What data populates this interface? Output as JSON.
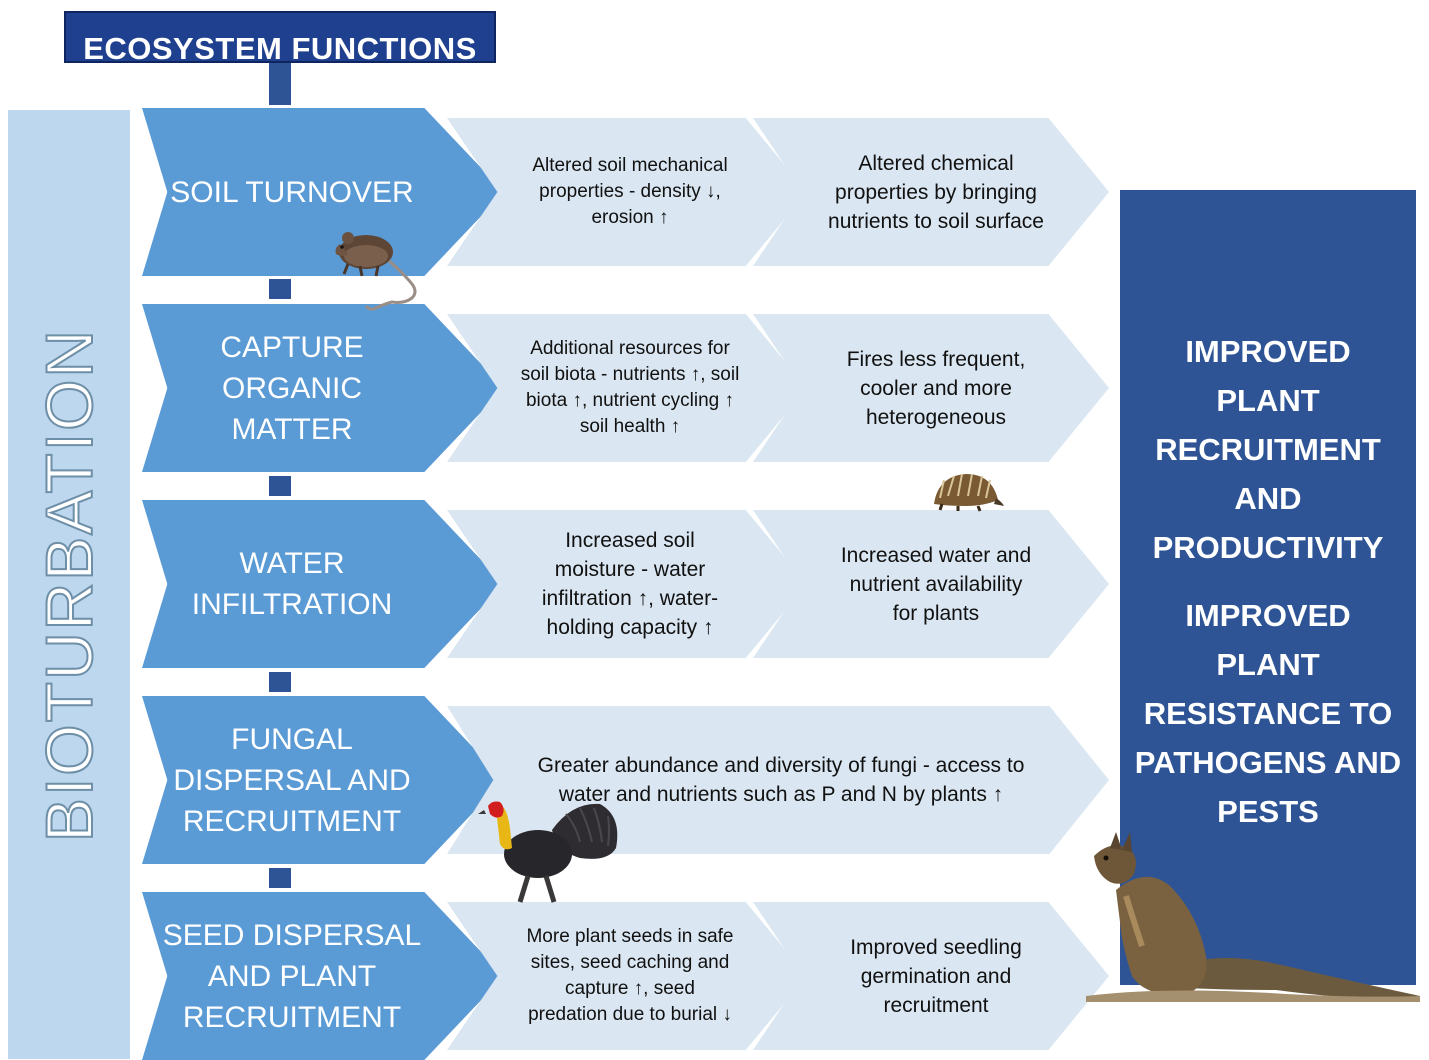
{
  "header": {
    "title": "ECOSYSTEM FUNCTIONS"
  },
  "sidebar": {
    "label": "BIOTURBATION"
  },
  "functions": [
    {
      "label": "SOIL TURNOVER"
    },
    {
      "label": "CAPTURE ORGANIC MATTER"
    },
    {
      "label": "WATER INFILTRATION"
    },
    {
      "label": "FUNGAL DISPERSAL AND RECRUITMENT"
    },
    {
      "label": "SEED DISPERSAL AND PLANT RECRUITMENT"
    }
  ],
  "effects": [
    {
      "first": "Altered soil mechanical properties - density ↓, erosion ↑",
      "second": "Altered chemical properties by bringing nutrients to soil surface"
    },
    {
      "first": "Additional resources for soil biota - nutrients ↑, soil biota ↑, nutrient cycling ↑ soil health ↑",
      "second": "Fires less frequent, cooler and more heterogeneous"
    },
    {
      "first": "Increased soil moisture  - water infiltration ↑, water-holding capacity ↑",
      "second": "Increased water and nutrient availability for plants"
    },
    {
      "first": "Greater abundance and diversity of fungi - access  to water and nutrients such as P and N by plants ↑"
    },
    {
      "first": "More plant seeds in safe sites, seed caching and capture ↑, seed predation due to burial ↓",
      "second": "Improved seedling germination and recruitment"
    }
  ],
  "outcomes": {
    "first": "IMPROVED PLANT RECRUITMENT AND PRODUCTIVITY",
    "second": "IMPROVED PLANT RESISTANCE TO PATHOGENS AND PESTS"
  },
  "animals": [
    "bandicoot-icon",
    "echidna-icon",
    "brush-turkey-icon",
    "bettong-icon"
  ],
  "colors": {
    "header": "#1f3f8f",
    "function_arrow": "#5b9bd5",
    "effect_arrow": "#dae6f1",
    "sidebar": "#bdd7ee",
    "outcome_box": "#2e5496"
  }
}
